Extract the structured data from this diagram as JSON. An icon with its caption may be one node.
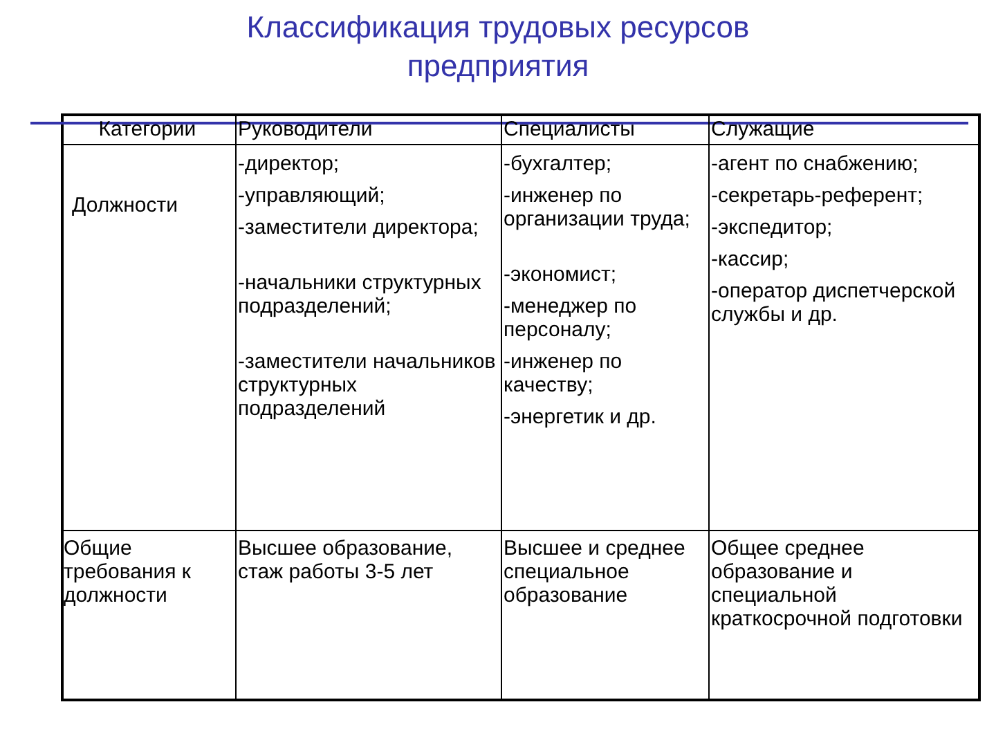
{
  "diagram": {
    "title": "Классификация трудовых ресурсов предприятия",
    "labels": [
      "Категории",
      "Руководители",
      "Специалисты",
      "Служащие",
      "Должности",
      "-директор;",
      "-управляющий;",
      "-заместители директора;",
      "-начальники структурных подразделений;",
      "-заместители начальников структурных подразделений",
      "-бухгалтер;",
      "-инженер по организации труда;",
      "-экономист;",
      "-менеджер по персоналу;",
      "-инженер по качеству;",
      "-энергетик и др.",
      "-агент по снабжению;",
      "-секретарь-референт;",
      "-экспедитор;",
      "-кассир;",
      "-оператор диспетчерской службы и др.",
      "Общие требования к должности",
      "Высшее образование, стаж работы 3-5 лет",
      "Высшее и среднее специальное образование",
      "Общее среднее образование и специальной краткосрочной подготовки"
    ]
  }
}
